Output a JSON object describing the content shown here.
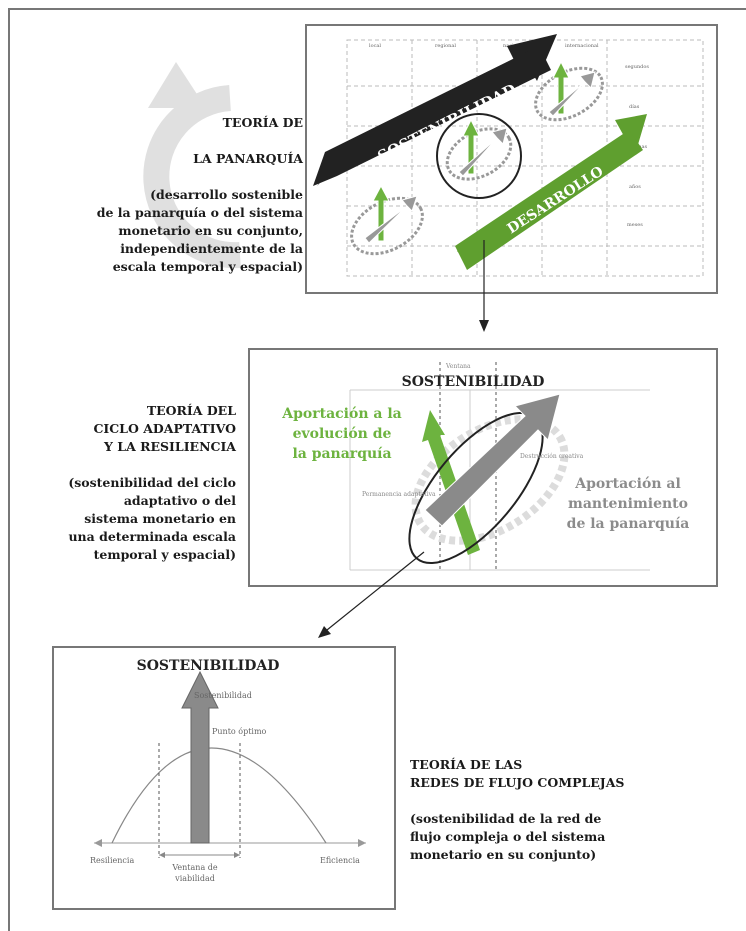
{
  "panarquia": {
    "title_line1": "TEORÍA DE",
    "title_line2": "LA PANARQUÍA",
    "desc": "(desarrollo sostenible\nde la panarquía o del sistema\nmonetario en su conjunto,\nindependientemente de la\nescala temporal y espacial)",
    "diagram": {
      "arrow_sostenibilidad": "SOSTENIBILIDAD",
      "arrow_desarrollo": "DESARROLLO",
      "scale_labels": [
        "local",
        "regional",
        "nacional",
        "internacional"
      ],
      "time_labels": [
        "segundos",
        "días",
        "semanas",
        "años",
        "meses"
      ]
    }
  },
  "ciclo": {
    "title": "TEORÍA DEL\nCICLO ADAPTATIVO\nY LA RESILIENCIA",
    "desc": "(sostenibilidad del ciclo\nadaptativo o del\nsistema monetario en\nuna determinada escala\ntemporal y espacial)",
    "diagram": {
      "heading": "SOSTENIBILIDAD",
      "left_text": "Aportación a la\nevolución de\nla panarquía",
      "right_text": "Aportación al\nmantenimiento\nde la panarquía",
      "small_left": "Permanencia\nadaptativa",
      "small_right": "Destrucción\ncreativa",
      "top_tiny": "Ventana",
      "colors": {
        "green": "#6db33f",
        "gray": "#8a8a8a",
        "text_gray": "#8c8c8c"
      }
    }
  },
  "redes": {
    "title": "TEORÍA DE LAS\nREDES DE FLUJO COMPLEJAS",
    "desc": "(sostenibilidad de la red de\nflujo compleja o del sistema\nmonetario en su conjunto)",
    "diagram": {
      "heading": "SOSTENIBILIDAD",
      "arrow_label": "Sostenibilidad",
      "peak_label": "Punto óptimo",
      "x_left": "Resiliencia",
      "x_right": "Eficiencia",
      "window_label": "Ventana de\nviabilidad"
    }
  }
}
